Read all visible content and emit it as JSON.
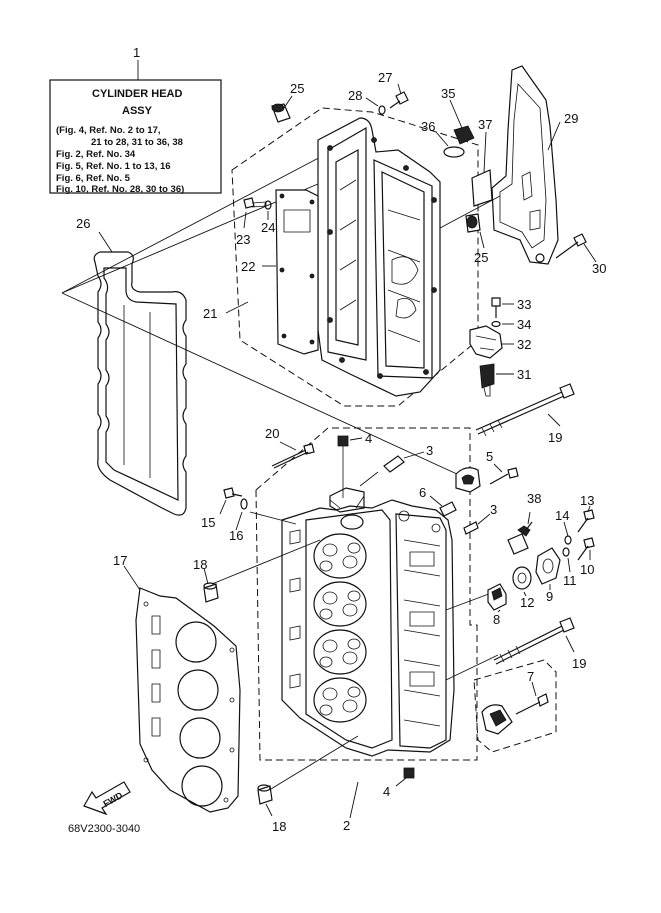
{
  "info_box": {
    "callout": "1",
    "title": "CYLINDER HEAD",
    "subtitle": "ASSY",
    "refs": [
      "(Fig. 4, Ref. No. 2 to 17,",
      "21 to 28, 31 to 36, 38",
      "Fig. 2, Ref. No. 34",
      "Fig. 5, Ref. No. 1 to 13, 16",
      "Fig. 6, Ref. No. 5",
      "Fig. 10, Ref. No. 28, 30 to 36)"
    ]
  },
  "callouts": {
    "c2": "2",
    "c3a": "3",
    "c3b": "3",
    "c4a": "4",
    "c4b": "4",
    "c5": "5",
    "c6": "6",
    "c7": "7",
    "c8": "8",
    "c9": "9",
    "c10": "10",
    "c11": "11",
    "c12": "12",
    "c13": "13",
    "c14": "14",
    "c15": "15",
    "c16": "16",
    "c17": "17",
    "c18a": "18",
    "c18b": "18",
    "c19a": "19",
    "c19b": "19",
    "c20": "20",
    "c21": "21",
    "c22": "22",
    "c23": "23",
    "c24": "24",
    "c25a": "25",
    "c25b": "25",
    "c26": "26",
    "c27": "27",
    "c28": "28",
    "c29": "29",
    "c30": "30",
    "c31": "31",
    "c32": "32",
    "c33": "33",
    "c34": "34",
    "c35": "35",
    "c36": "36",
    "c37": "37",
    "c38": "38"
  },
  "fwd_label": "FWD",
  "drawing_code": "68V2300-3040"
}
